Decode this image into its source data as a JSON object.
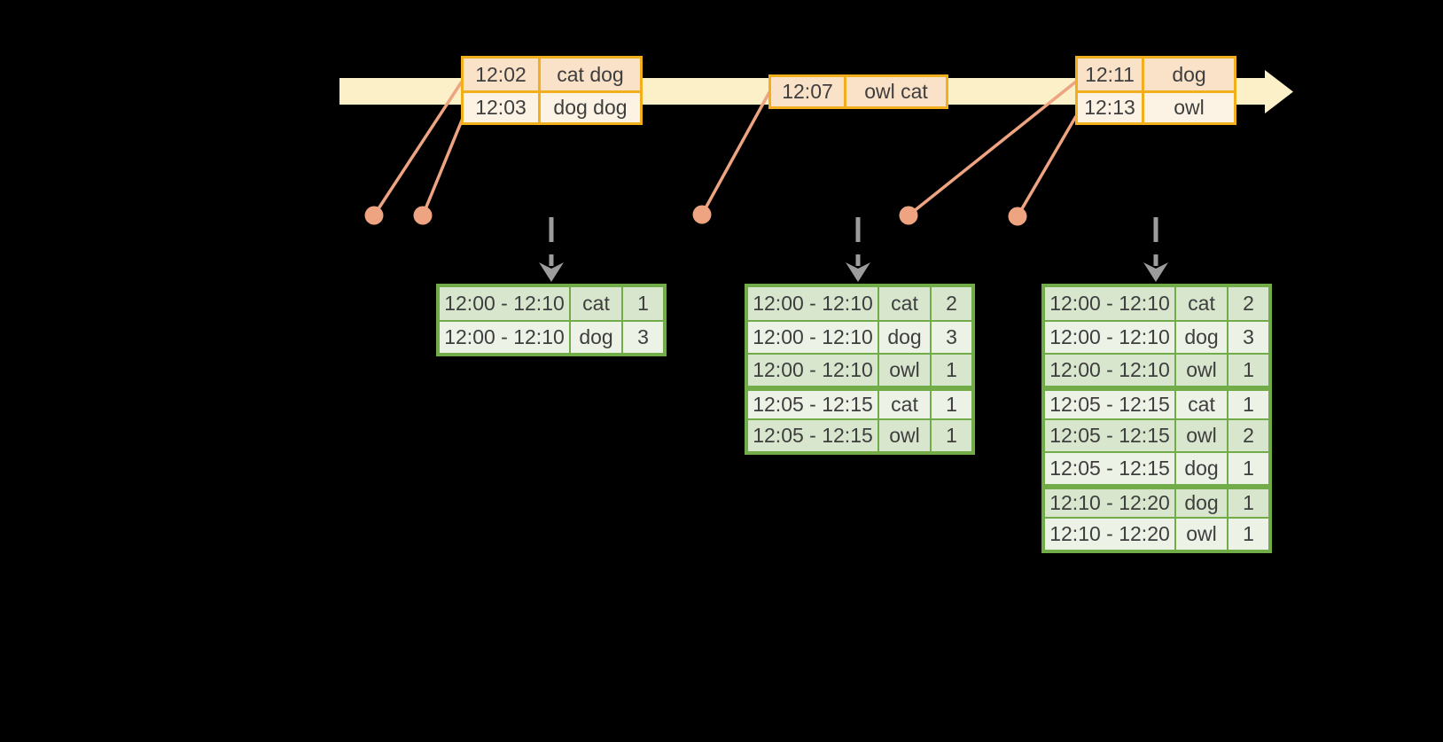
{
  "colors": {
    "timeline_bar": "#FBF0C7",
    "event_border": "#F1AF1E",
    "event_row_dark": "#FAE2C9",
    "event_row_light": "#FDF3E4",
    "connector": "#EFA481",
    "result_border": "#72AC49",
    "result_row_dark": "#D9E6CE",
    "result_row_light": "#EDF2E7",
    "trigger_arrow": "#9C9C9C",
    "text": "#3E3E3E"
  },
  "timeline": {
    "event_batches": [
      {
        "entries": [
          {
            "time": "12:02",
            "words": "cat dog"
          },
          {
            "time": "12:03",
            "words": "dog dog"
          }
        ]
      },
      {
        "entries": [
          {
            "time": "12:07",
            "words": "owl cat"
          }
        ]
      },
      {
        "entries": [
          {
            "time": "12:11",
            "words": "dog"
          },
          {
            "time": "12:13",
            "words": "owl"
          }
        ]
      }
    ]
  },
  "result_tables": [
    {
      "rows": [
        {
          "window": "12:00 - 12:10",
          "word": "cat",
          "count": "1"
        },
        {
          "window": "12:00 - 12:10",
          "word": "dog",
          "count": "3"
        }
      ]
    },
    {
      "rows": [
        {
          "window": "12:00 - 12:10",
          "word": "cat",
          "count": "2"
        },
        {
          "window": "12:00 - 12:10",
          "word": "dog",
          "count": "3"
        },
        {
          "window": "12:00 - 12:10",
          "word": "owl",
          "count": "1"
        },
        {
          "window": "12:05 - 12:15",
          "word": "cat",
          "count": "1"
        },
        {
          "window": "12:05 - 12:15",
          "word": "owl",
          "count": "1"
        }
      ]
    },
    {
      "rows": [
        {
          "window": "12:00 - 12:10",
          "word": "cat",
          "count": "2"
        },
        {
          "window": "12:00 - 12:10",
          "word": "dog",
          "count": "3"
        },
        {
          "window": "12:00 - 12:10",
          "word": "owl",
          "count": "1"
        },
        {
          "window": "12:05 - 12:15",
          "word": "cat",
          "count": "1"
        },
        {
          "window": "12:05 - 12:15",
          "word": "owl",
          "count": "2"
        },
        {
          "window": "12:05 - 12:15",
          "word": "dog",
          "count": "1"
        },
        {
          "window": "12:10 - 12:20",
          "word": "dog",
          "count": "1"
        },
        {
          "window": "12:10 - 12:20",
          "word": "owl",
          "count": "1"
        }
      ]
    }
  ]
}
